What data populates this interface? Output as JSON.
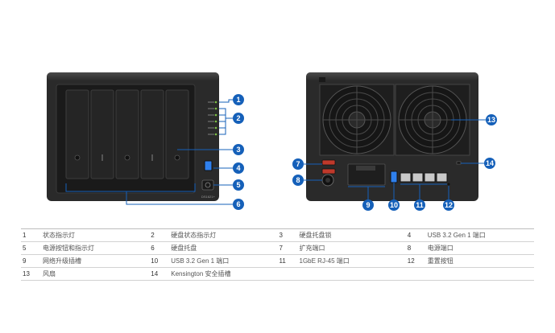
{
  "front": {
    "model_label": "DS1621+"
  },
  "callouts": {
    "front": [
      "1",
      "2",
      "3",
      "4",
      "5",
      "6"
    ],
    "back": [
      "7",
      "8",
      "9",
      "10",
      "11",
      "12",
      "13",
      "14"
    ]
  },
  "legend": {
    "rows": [
      [
        {
          "num": "1",
          "label": "状态指示灯"
        },
        {
          "num": "2",
          "label": "硬盘状态指示灯"
        },
        {
          "num": "3",
          "label": "硬盘托盘锁"
        },
        {
          "num": "4",
          "label": "USB 3.2 Gen 1 端口"
        }
      ],
      [
        {
          "num": "5",
          "label": "电源按钮和指示灯"
        },
        {
          "num": "6",
          "label": "硬盘托盘"
        },
        {
          "num": "7",
          "label": "扩充端口"
        },
        {
          "num": "8",
          "label": "电源端口"
        }
      ],
      [
        {
          "num": "9",
          "label": "网络升级插槽"
        },
        {
          "num": "10",
          "label": "USB 3.2 Gen 1 端口"
        },
        {
          "num": "11",
          "label": "1GbE RJ-45 端口"
        },
        {
          "num": "12",
          "label": "重置按钮"
        }
      ],
      [
        {
          "num": "13",
          "label": "风扇"
        },
        {
          "num": "14",
          "label": "Kensington 安全插槽"
        }
      ]
    ]
  },
  "colors": {
    "callout_blue": "#1560b9",
    "chassis": "#2c2c2c",
    "led_green": "#7bc043",
    "port_blue": "#2f80ed"
  }
}
